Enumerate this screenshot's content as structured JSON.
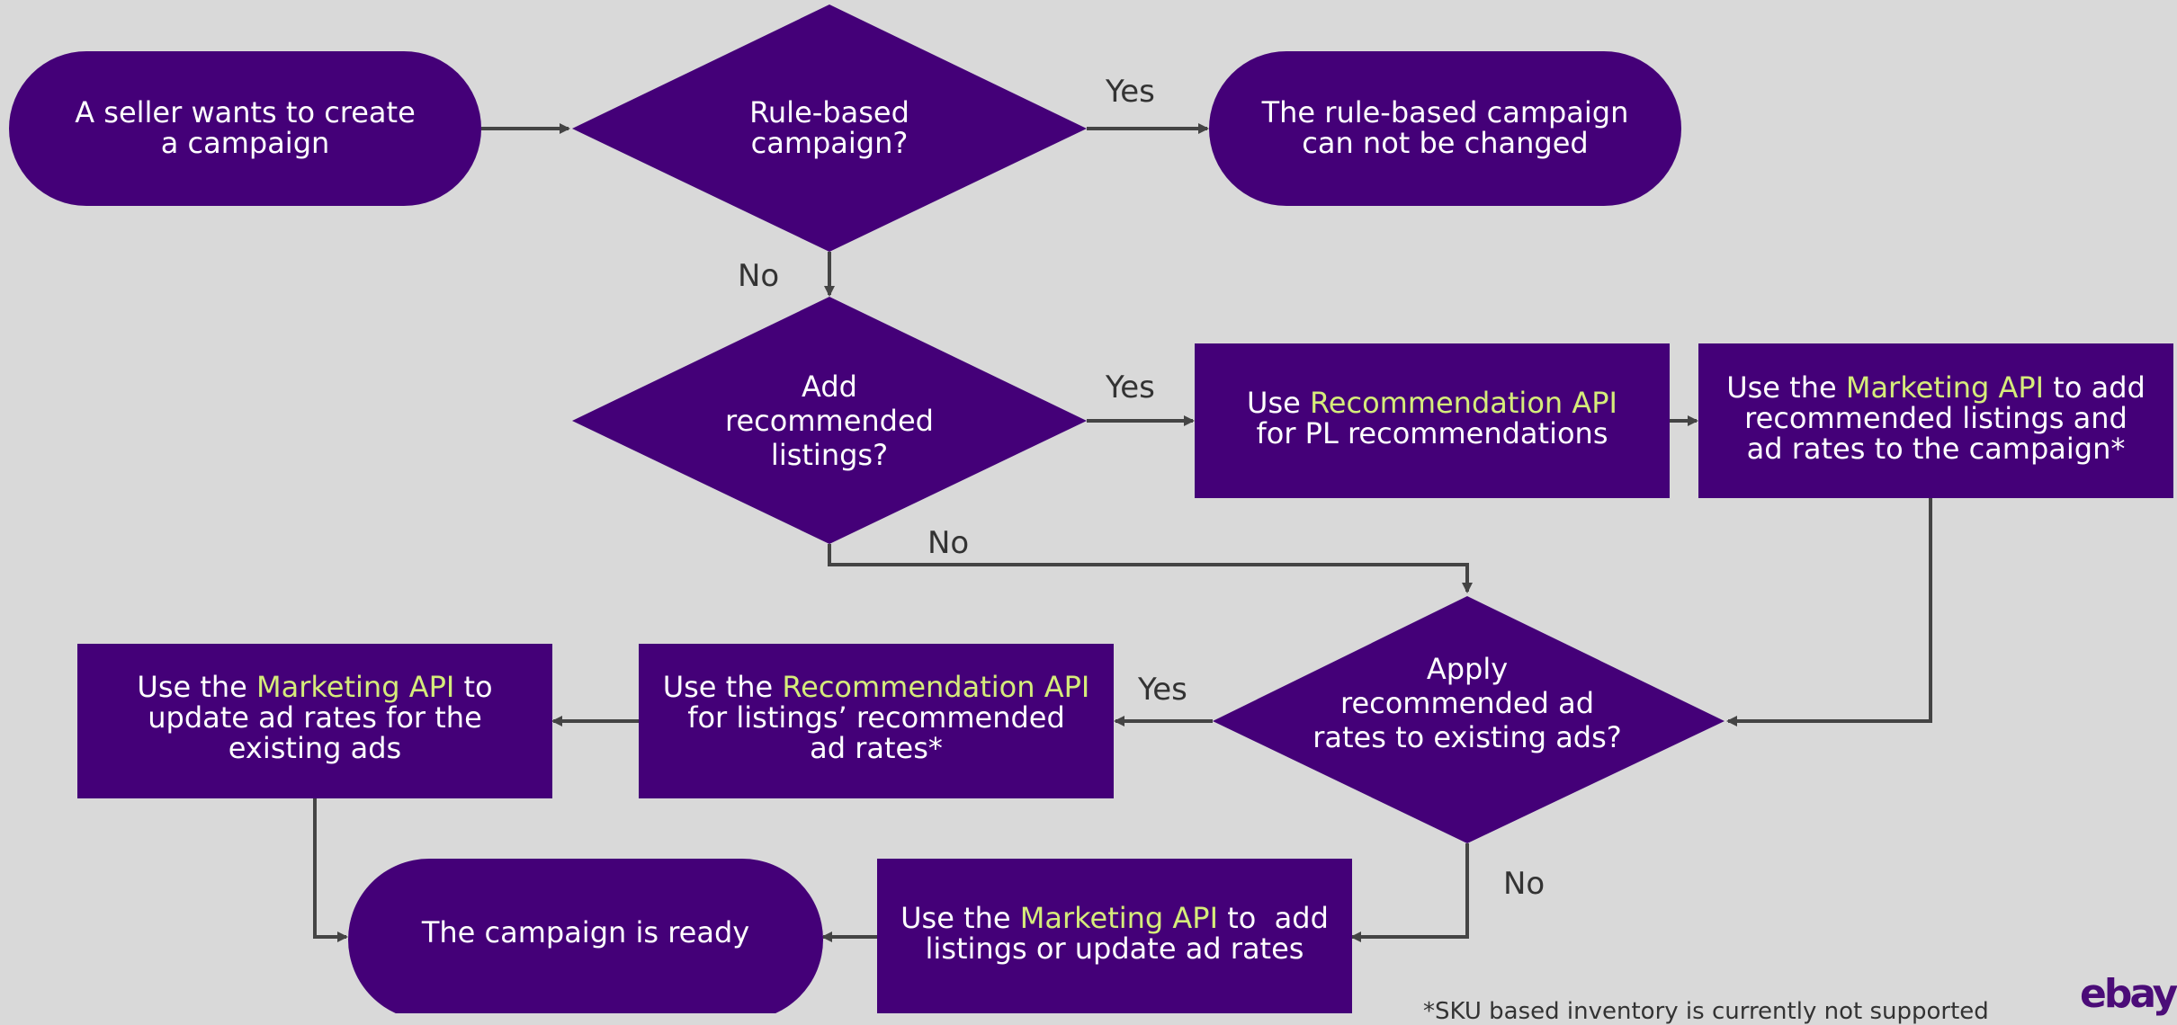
{
  "colors": {
    "background": "#d9d9d9",
    "node": "#440078",
    "highlight": "#d6ec7a",
    "text": "#ffffff",
    "line": "#444444"
  },
  "nodes": {
    "start": {
      "line1": "A seller wants to create",
      "line2": "a campaign"
    },
    "rule_based": {
      "line1": "Rule-based",
      "line2": "campaign?"
    },
    "cannot_change": {
      "line1": "The rule-based campaign",
      "line2": "can not be changed"
    },
    "add_recommended": {
      "line1": "Add",
      "line2": "recommended",
      "line3": "listings?"
    },
    "use_reco_pl": {
      "pre": "Use ",
      "highlight": "Recommendation API",
      "line2": "for PL recommendations"
    },
    "marketing_add": {
      "pre": "Use the ",
      "highlight": "Marketing API",
      "post": " to add",
      "line2": "recommended listings and",
      "line3": "ad rates to the campaign*"
    },
    "apply_rates": {
      "line1": "Apply",
      "line2": "recommended ad",
      "line3": "rates to existing ads?"
    },
    "use_reco_rates": {
      "pre": "Use the ",
      "highlight": "Recommendation API",
      "line2": "for listings’ recommended",
      "line3": "ad rates*"
    },
    "marketing_update": {
      "pre": "Use the ",
      "highlight": "Marketing API",
      "post": " to",
      "line2": "update ad rates for the",
      "line3": "existing ads"
    },
    "marketing_add_listings": {
      "pre": "Use the ",
      "highlight": "Marketing API",
      "post": " to  add",
      "line2": "listings or update ad rates"
    },
    "ready": {
      "line1": "The campaign is ready"
    }
  },
  "edge_labels": {
    "yes1": "Yes",
    "no1": "No",
    "yes2": "Yes",
    "no2": "No",
    "yes3": "Yes",
    "no3": "No"
  },
  "footnote": "*SKU based inventory is currently not supported",
  "logo": "ebay"
}
